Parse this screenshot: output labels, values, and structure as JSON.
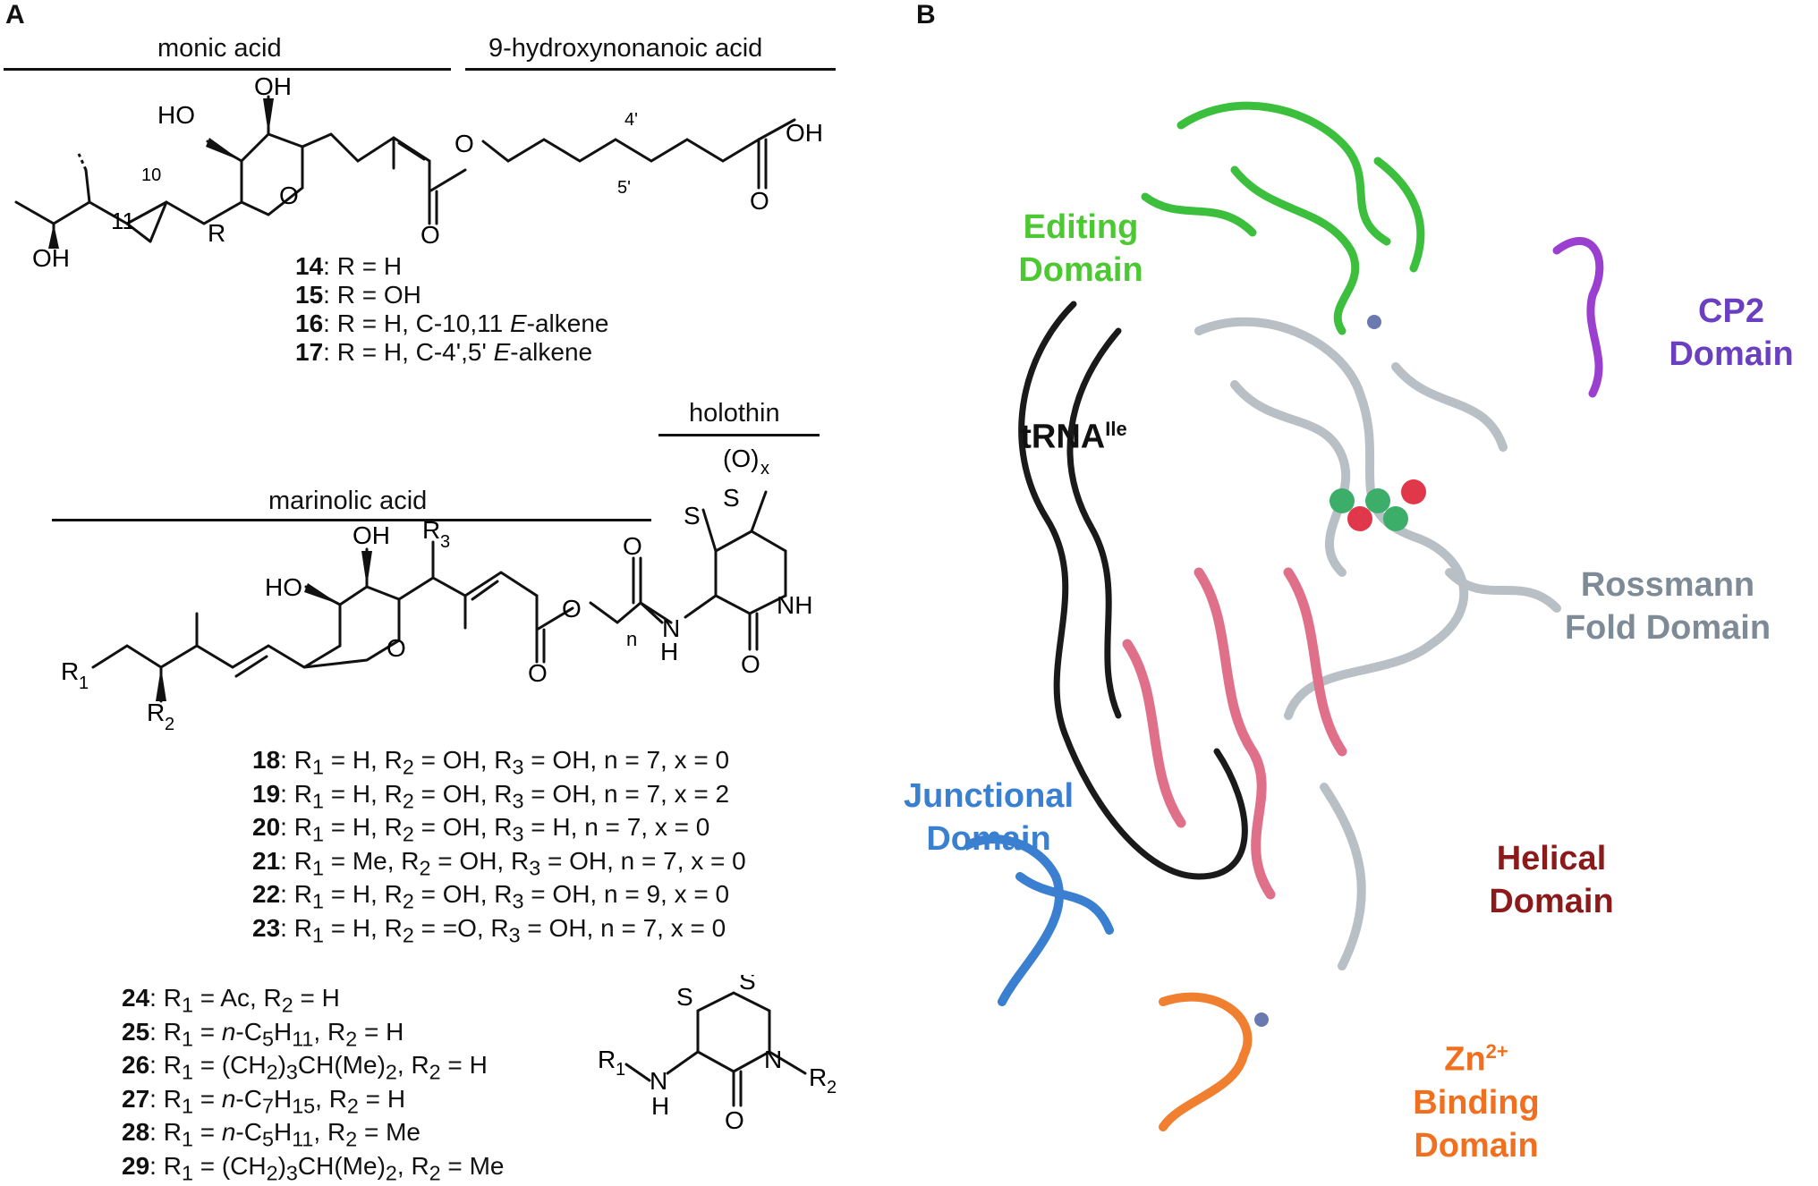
{
  "panels": {
    "a": "A",
    "b": "B"
  },
  "segments": {
    "monic": "monic acid",
    "nonanoic": "9-hydroxynonanoic acid",
    "holothin": "holothin",
    "marinolic": "marinolic acid"
  },
  "atoms": {
    "oh": "OH",
    "ho": "HO",
    "o": "O",
    "r": "R",
    "r1": "R",
    "r2": "R",
    "r3": "R",
    "nh": "NH",
    "n": "N",
    "h": "H",
    "s": "S",
    "ox": "(O)",
    "x": "x",
    "n_sub": "n",
    "c10": "10",
    "c11": "11",
    "c4p": "4'",
    "c5p": "5'",
    "sub1": "1",
    "sub2": "2",
    "sub3": "3"
  },
  "series_a": [
    {
      "num": "14",
      "text": ": R = H"
    },
    {
      "num": "15",
      "text": ": R = OH"
    },
    {
      "num": "16",
      "text": ": R = H, C-10,11 ",
      "em": "E",
      "tail": "-alkene"
    },
    {
      "num": "17",
      "text": ": R = H, C-4',5' ",
      "em": "E",
      "tail": "-alkene"
    }
  ],
  "series_b": [
    {
      "num": "18",
      "text": ": R1 = H, R2 = OH, R3 = OH, n = 7, x = 0"
    },
    {
      "num": "19",
      "text": ": R1 = H, R2 = OH, R3 = OH, n = 7, x = 2"
    },
    {
      "num": "20",
      "text": ": R1 = H, R2 = OH, R3 = H, n = 7, x = 0"
    },
    {
      "num": "21",
      "text": ": R1 = Me, R2 = OH, R3 = OH, n = 7, x = 0"
    },
    {
      "num": "22",
      "text": ": R1 = H, R2 = OH, R3 = OH, n = 9, x = 0"
    },
    {
      "num": "23",
      "text": ": R1 = H, R2 = =O, R3 = OH, n = 7, x = 0"
    }
  ],
  "series_c": [
    {
      "num": "24",
      "text": ": R1 = Ac, R2 = H"
    },
    {
      "num": "25",
      "text": ": R1 = n-C5H11, R2 = H"
    },
    {
      "num": "26",
      "text": ": R1 = (CH2)3CH(Me)2, R2 = H"
    },
    {
      "num": "27",
      "text": ": R1 = n-C7H15, R2 = H"
    },
    {
      "num": "28",
      "text": ": R1 = n-C5H11, R2 = Me"
    },
    {
      "num": "29",
      "text": ": R1 = (CH2)3CH(Me)2, R2 = Me"
    }
  ],
  "domains": {
    "editing": {
      "label": "Editing Domain",
      "color": "#4cc832"
    },
    "cp2": {
      "label": "CP2 Domain",
      "color": "#6a3fc0"
    },
    "trna": {
      "label": "tRNA",
      "sup": "Ile",
      "color": "#111111"
    },
    "rossmann": {
      "label": "Rossmann Fold Domain",
      "color": "#7e8b96"
    },
    "junctional": {
      "label": "Junctional Domain",
      "color": "#3a7fd0"
    },
    "helical": {
      "label": "Helical Domain",
      "color": "#8b1a1a"
    },
    "zn": {
      "label": "Zn",
      "sup": "2+",
      "tail": " Binding Domain",
      "color": "#f07020"
    }
  },
  "colors": {
    "editing_ribbon": "#3cbf3c",
    "cp2_ribbon": "#9a3fd0",
    "rossmann_ribbon": "#b8c0c5",
    "junctional_ribbon": "#3a7fd0",
    "helical_ribbon": "#e0708a",
    "zn_ribbon": "#f07f30",
    "trna_backbone": "#1a1a1a"
  }
}
